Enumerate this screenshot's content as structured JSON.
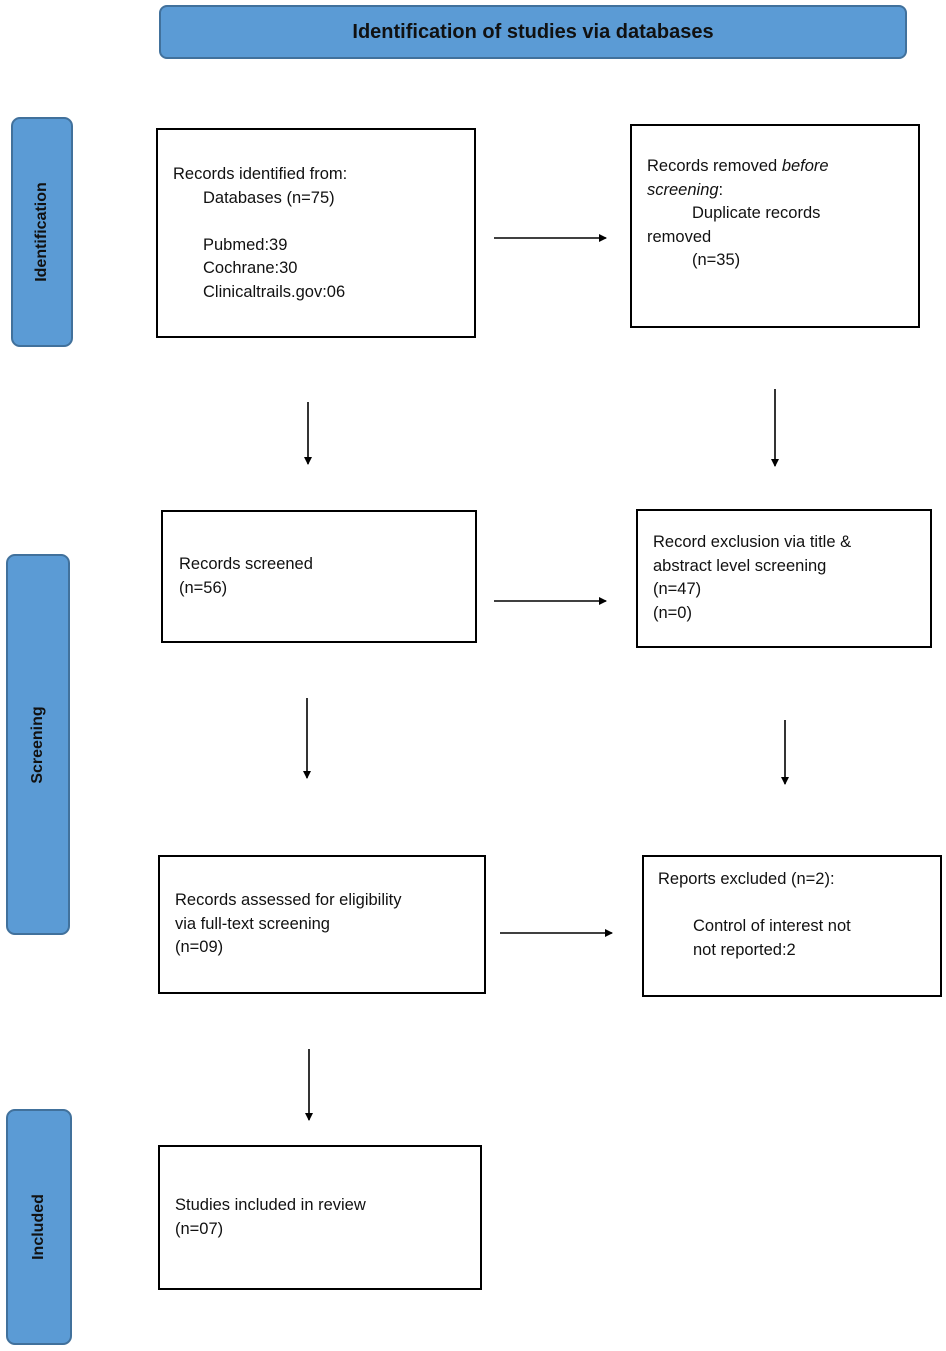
{
  "header": {
    "title": "Identification of studies via databases"
  },
  "stages": {
    "identification": "Identification",
    "screening": "Screening",
    "included": "Included"
  },
  "boxes": {
    "records_identified": {
      "line1": "Records identified from:",
      "line2": "Databases (n=75)",
      "line3": "Pubmed:39",
      "line4": "Cochrane:30",
      "line5": "Clinicaltrails.gov:06"
    },
    "records_removed": {
      "line1_normal": "Records removed ",
      "line1_italic": "before",
      "line2_italic": "screening",
      "line2_normal": ":",
      "line3": "Duplicate records",
      "line4": "removed",
      "line5": "(n=35)"
    },
    "records_screened": {
      "line1": "Records screened",
      "line2": "(n=56)"
    },
    "record_exclusion": {
      "line1": "Record exclusion via title &",
      "line2": "abstract level screening",
      "line3": "(n=47)",
      "line4": "(n=0)"
    },
    "records_assessed": {
      "line1": "Records assessed for eligibility",
      "line2": "via full-text screening",
      "line3": "(n=09)"
    },
    "reports_excluded": {
      "line1": "Reports excluded (n=2):",
      "line2": "Control of interest not",
      "line3": "not reported:2"
    },
    "studies_included": {
      "line1": "Studies included in review",
      "line2": "(n=07)"
    }
  },
  "colors": {
    "stage_fill": "#5b9bd5",
    "stage_border": "#41719c",
    "box_border": "#000000",
    "arrow": "#000000"
  }
}
